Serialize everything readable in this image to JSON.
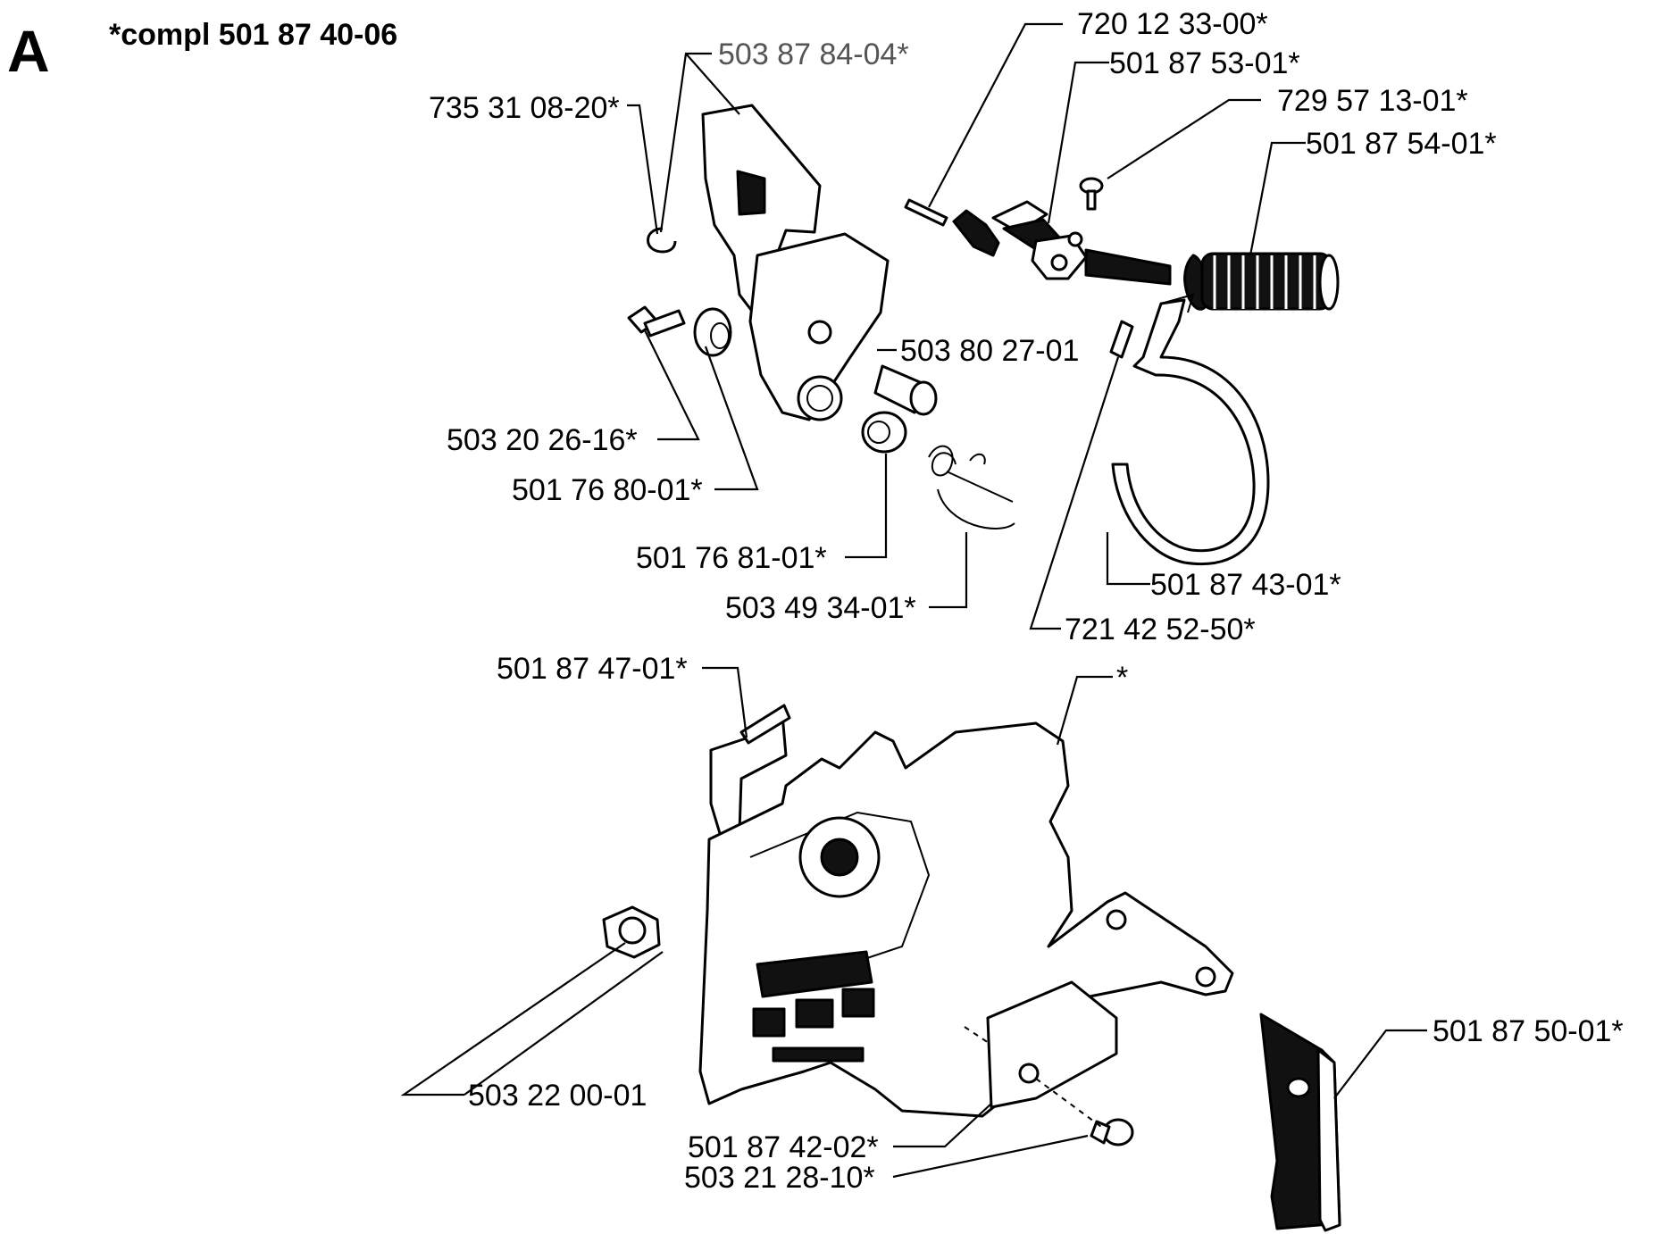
{
  "header": {
    "letter": "A",
    "title": "*compl 501 87 40-06"
  },
  "parts": [
    {
      "id": "p1",
      "number": "503 87 84-04*"
    },
    {
      "id": "p2",
      "number": "735 31 08-20*"
    },
    {
      "id": "p3",
      "number": "720 12 33-00*"
    },
    {
      "id": "p4",
      "number": "501 87 53-01*"
    },
    {
      "id": "p5",
      "number": "729 57 13-01*"
    },
    {
      "id": "p6",
      "number": "501 87 54-01*"
    },
    {
      "id": "p7",
      "number": "503 80 27-01"
    },
    {
      "id": "p8",
      "number": "503 20 26-16*"
    },
    {
      "id": "p9",
      "number": "501 76 80-01*"
    },
    {
      "id": "p10",
      "number": "501 76 81-01*"
    },
    {
      "id": "p11",
      "number": "503 49 34-01*"
    },
    {
      "id": "p12",
      "number": "501 87 43-01*"
    },
    {
      "id": "p13",
      "number": "721 42 52-50*"
    },
    {
      "id": "p14",
      "number": "501 87 47-01*"
    },
    {
      "id": "p15",
      "number": "*"
    },
    {
      "id": "p16",
      "number": "503 22 00-01"
    },
    {
      "id": "p17",
      "number": "501 87 50-01*"
    },
    {
      "id": "p18",
      "number": "501 87 42-02*"
    },
    {
      "id": "p19",
      "number": "503 21 28-10*"
    }
  ]
}
